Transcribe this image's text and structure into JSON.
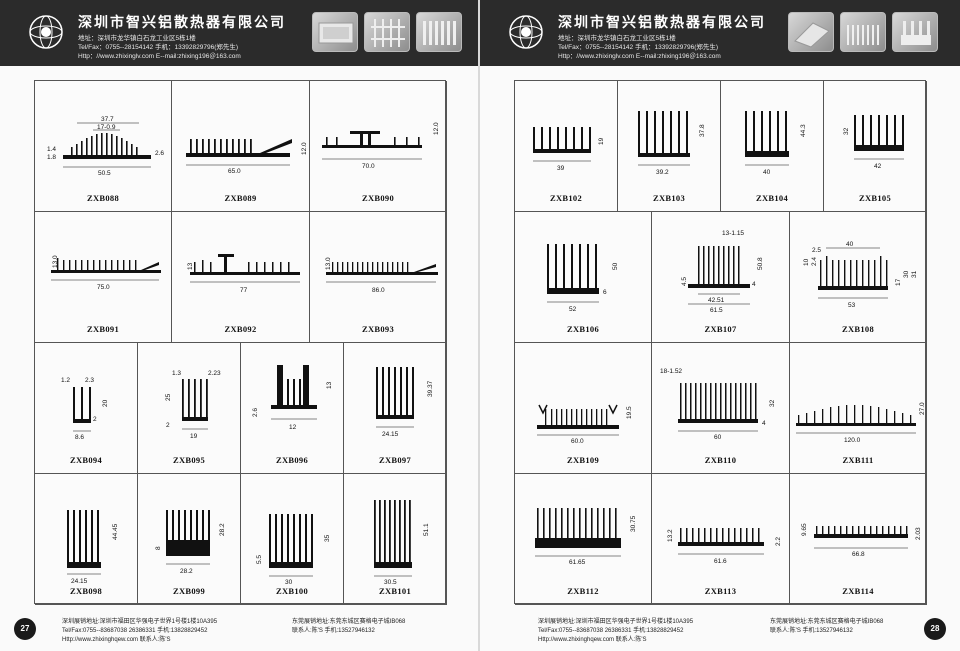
{
  "header": {
    "company": "深圳市智兴铝散热器有限公司",
    "left_address": "地址：深圳市龙华镇白石龙工业区5栋1楼",
    "right_address": "地址：深圳市龙华镇白石龙工业区5栋1楼",
    "phone": "Tel/Fax：0755--28154142   手机：13392829796(郑先生)",
    "web": "Http：//www.zhixinglv.com   E--mail:zhixing196＠163.com"
  },
  "footer": {
    "sz_addr": "深圳展销地址:深圳市福田区华强电子世界1号楼1楼10A395",
    "sz_tel": "Tel/Fax:0755--83687038    26386331   手机:13828829452",
    "sz_web": "Http://www.zhixinghqew.com     联系人:陈'S",
    "dg_addr": "东莞展销地址:东莞东城区赛格电子城IB068",
    "dg_contact": "联系人:陈'S   手机:13527946132"
  },
  "left_page": {
    "page_number": "27",
    "products": [
      {
        "code": "ZXB088",
        "dims": [
          "37.7",
          "17-0.9",
          "1.4",
          "1.8",
          "2.6",
          "50.5"
        ]
      },
      {
        "code": "ZXB089",
        "dims": [
          "65.0",
          "12.0"
        ]
      },
      {
        "code": "ZXB090",
        "dims": [
          "70.0",
          "12.0"
        ]
      },
      {
        "code": "ZXB091",
        "dims": [
          "13.0",
          "75.0"
        ]
      },
      {
        "code": "ZXB092",
        "dims": [
          "13",
          "77"
        ]
      },
      {
        "code": "ZXB093",
        "dims": [
          "13.0",
          "86.0"
        ]
      },
      {
        "code": "ZXB094",
        "dims": [
          "1.2",
          "2.3",
          "20",
          "8.6",
          "2"
        ]
      },
      {
        "code": "ZXB095",
        "dims": [
          "1.3",
          "2.23",
          "25",
          "2",
          "19"
        ]
      },
      {
        "code": "ZXB096",
        "dims": [
          "13",
          "2.6",
          "12"
        ]
      },
      {
        "code": "ZXB097",
        "dims": [
          "39.37",
          "24.15"
        ]
      },
      {
        "code": "ZXB098",
        "dims": [
          "44.45",
          "24.15"
        ]
      },
      {
        "code": "ZXB099",
        "dims": [
          "8",
          "28.2",
          "28.2"
        ]
      },
      {
        "code": "ZXB100",
        "dims": [
          "5.5",
          "35",
          "30"
        ]
      },
      {
        "code": "ZXB101",
        "dims": [
          "51.1",
          "30.5"
        ]
      }
    ]
  },
  "right_page": {
    "page_number": "28",
    "products": [
      {
        "code": "ZXB102",
        "dims": [
          "19",
          "39"
        ]
      },
      {
        "code": "ZXB103",
        "dims": [
          "37.8",
          "39.2"
        ]
      },
      {
        "code": "ZXB104",
        "dims": [
          "44.3",
          "40"
        ]
      },
      {
        "code": "ZXB105",
        "dims": [
          "32",
          "42"
        ]
      },
      {
        "code": "ZXB106",
        "dims": [
          "50",
          "6",
          "52"
        ]
      },
      {
        "code": "ZXB107",
        "dims": [
          "13-1.15",
          "4.5",
          "50.8",
          "42.51",
          "61.5",
          "4"
        ]
      },
      {
        "code": "ZXB108",
        "dims": [
          "2.5",
          "40",
          "10",
          "2.4",
          "31",
          "30",
          "17",
          "53"
        ]
      },
      {
        "code": "ZXB109",
        "dims": [
          "19.5",
          "60.0"
        ]
      },
      {
        "code": "ZXB110",
        "dims": [
          "18-1.52",
          "32",
          "60",
          "4"
        ]
      },
      {
        "code": "ZXB111",
        "dims": [
          "27.0",
          "120.0"
        ]
      },
      {
        "code": "ZXB112",
        "dims": [
          "30.75",
          "61.65"
        ]
      },
      {
        "code": "ZXB113",
        "dims": [
          "13.2",
          "2.2",
          "61.6"
        ]
      },
      {
        "code": "ZXB114",
        "dims": [
          "9.65",
          "2.03",
          "66.8"
        ]
      }
    ]
  }
}
